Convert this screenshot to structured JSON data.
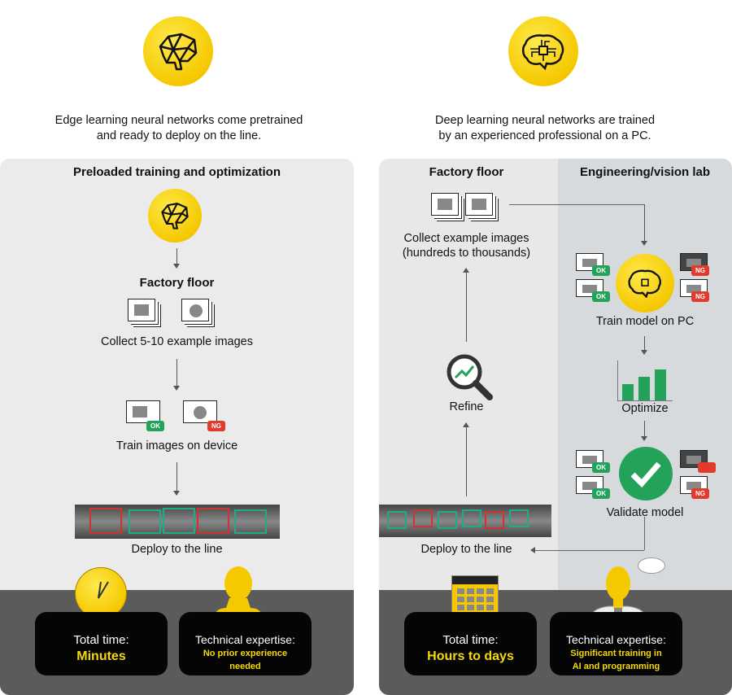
{
  "left": {
    "caption_line1": "Edge learning neural networks come pretrained",
    "caption_line2": "and ready to deploy on the line.",
    "panel_title": "Preloaded training and optimization",
    "factory_floor": "Factory floor",
    "step_collect": "Collect 5-10 example images",
    "step_train": "Train images on device",
    "step_deploy": "Deploy to the line",
    "tag_ok": "OK",
    "tag_ng": "NG",
    "time_label": "Total time:",
    "time_value": "Minutes",
    "expertise_label": "Technical expertise:",
    "expertise_line1": "No prior experience",
    "expertise_line2": "needed"
  },
  "right": {
    "caption_line1": "Deep learning neural networks are trained",
    "caption_line2": "by an experienced professional on a PC.",
    "factory_title": "Factory floor",
    "lab_title": "Engineering/vision lab",
    "step_collect_1": "Collect example images",
    "step_collect_2": "(hundreds to thousands)",
    "step_refine": "Refine",
    "step_deploy": "Deploy to the line",
    "step_train": "Train model on PC",
    "step_optimize": "Optimize",
    "step_validate": "Validate model",
    "tag_ok": "OK",
    "tag_ng": "NG",
    "time_label": "Total time:",
    "time_value": "Hours to days",
    "expertise_label": "Technical expertise:",
    "expertise_line1": "Significant training in",
    "expertise_line2": "AI and programming"
  },
  "colors": {
    "yellow": "#f5c800",
    "ok": "#23a35a",
    "ng": "#e23b2e",
    "dark": "#5b5b5b"
  }
}
